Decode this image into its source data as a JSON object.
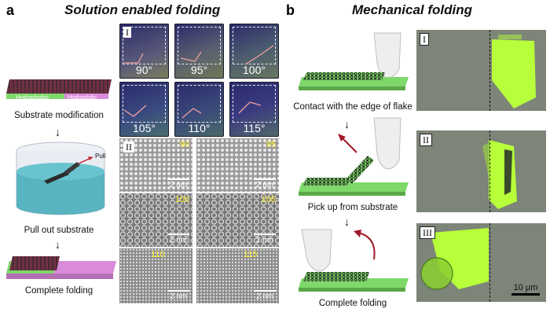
{
  "panel_a": {
    "letter": "a",
    "title": "Solution enabled folding",
    "substrate_labels": {
      "left": "Hydrophobic",
      "right": "Hydrophilic"
    },
    "pull_label": "Pull",
    "steps": [
      "Substrate modification",
      "Pull out substrate",
      "Complete folding"
    ],
    "section_I": "I",
    "section_II": "II",
    "photo_angles": [
      "90°",
      "95°",
      "100°",
      "105°",
      "110°",
      "115°"
    ],
    "tem_angles": [
      "90",
      "95",
      "100",
      "105",
      "110",
      "115"
    ],
    "tem_scale": "2 nm"
  },
  "panel_b": {
    "letter": "b",
    "title": "Mechanical folding",
    "steps": [
      "Contact with the edge of flake",
      "Pick up from substrate",
      "Complete folding"
    ],
    "micrograph_labels": [
      "I",
      "II",
      "III"
    ],
    "scale_bar": "10 μm"
  },
  "colors": {
    "substrate_green": "#7ed86a",
    "substrate_pink": "#d98ad8",
    "flake_green": "#b6ff3a",
    "tem_label": "#ffef2a"
  }
}
